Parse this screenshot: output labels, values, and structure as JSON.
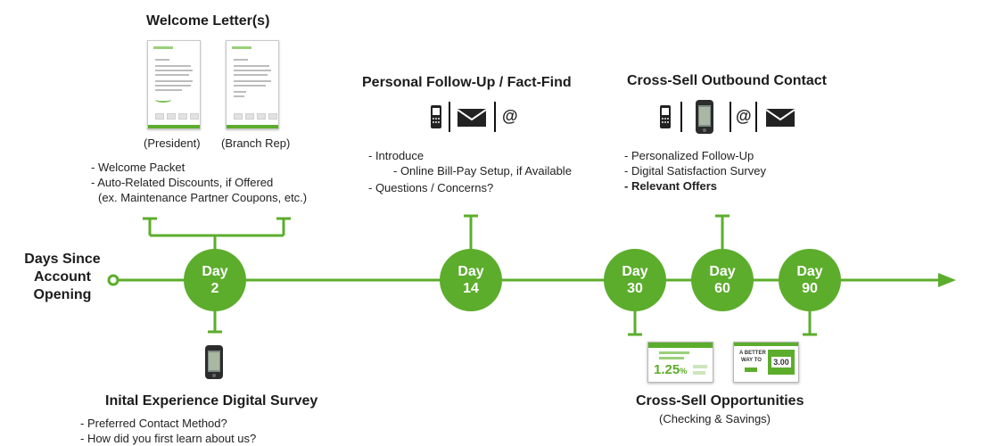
{
  "axis_label": [
    "Days Since",
    "Account",
    "Opening"
  ],
  "days": [
    {
      "line1": "Day",
      "line2": "2"
    },
    {
      "line1": "Day",
      "line2": "14"
    },
    {
      "line1": "Day",
      "line2": "30"
    },
    {
      "line1": "Day",
      "line2": "60"
    },
    {
      "line1": "Day",
      "line2": "90"
    }
  ],
  "welcome": {
    "title": "Welcome Letter(s)",
    "labels": [
      "(President)",
      "(Branch Rep)"
    ],
    "bullets": [
      "- Welcome Packet",
      "- Auto-Related Discounts, if Offered",
      "(ex. Maintenance Partner Coupons, etc.)"
    ]
  },
  "followup": {
    "title": "Personal Follow-Up / Fact-Find",
    "icons": [
      "phone-icon",
      "envelope-icon",
      "at-sign-icon"
    ],
    "at_symbol": "@",
    "bullets": [
      "- Introduce",
      "- Online Bill-Pay Setup, if Available",
      "- Questions / Concerns?"
    ]
  },
  "crosssell_contact": {
    "title": "Cross-Sell Outbound Contact",
    "icons": [
      "phone-icon",
      "smartphone-icon",
      "at-sign-icon",
      "envelope-icon"
    ],
    "at_symbol": "@",
    "bullets": [
      "- Personalized Follow-Up",
      "- Digital Satisfaction Survey",
      "- Relevant Offers"
    ]
  },
  "survey": {
    "title": "Inital Experience Digital Survey",
    "icon": "smartphone-icon",
    "bullets": [
      "- Preferred Contact Method?",
      "- How did you first learn about us?"
    ]
  },
  "opportunities": {
    "title": "Cross-Sell Opportunities",
    "subtitle": "(Checking & Savings)",
    "card1_rate": "1.25",
    "card1_pct": "%",
    "card2_line1": "A BETTER",
    "card2_line2": "WAY TO",
    "card2_rate": "3.00"
  },
  "colors": {
    "accent": "#5cad2c"
  }
}
